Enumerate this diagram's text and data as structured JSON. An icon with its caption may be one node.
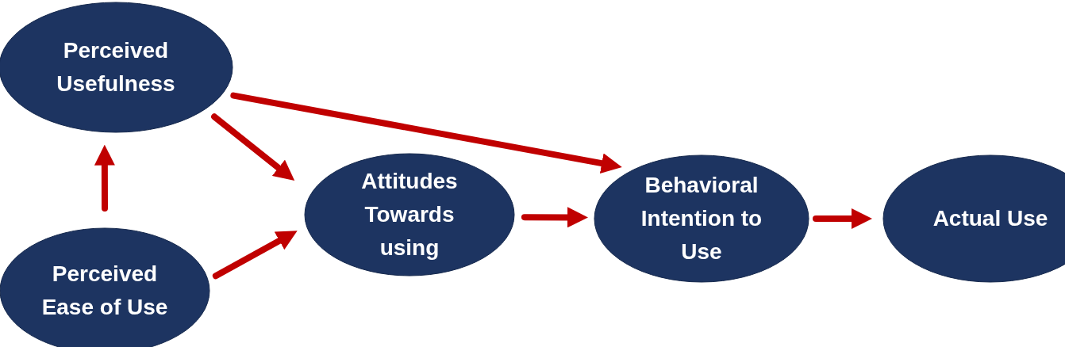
{
  "diagram": {
    "nodes": [
      {
        "text": [
          "Perceived Usefulness"
        ]
      },
      {
        "text": [
          "Perceived Ease of Use"
        ]
      },
      {
        "text": [
          "Attitudes Towards using"
        ]
      },
      {
        "text": [
          "Behavioral Intention to Use"
        ]
      },
      {
        "text": [
          "Actual Use"
        ]
      }
    ],
    "edges": [
      {
        "from": 1,
        "to": 0,
        "arrow": "to"
      },
      {
        "from": 0,
        "to": 2,
        "arrow": "to"
      },
      {
        "from": 1,
        "to": 2,
        "arrow": "to"
      },
      {
        "from": 0,
        "to": 3,
        "arrow": "to"
      },
      {
        "from": 2,
        "to": 3,
        "arrow": "to"
      },
      {
        "from": 3,
        "to": 4,
        "arrow": "to"
      }
    ]
  }
}
